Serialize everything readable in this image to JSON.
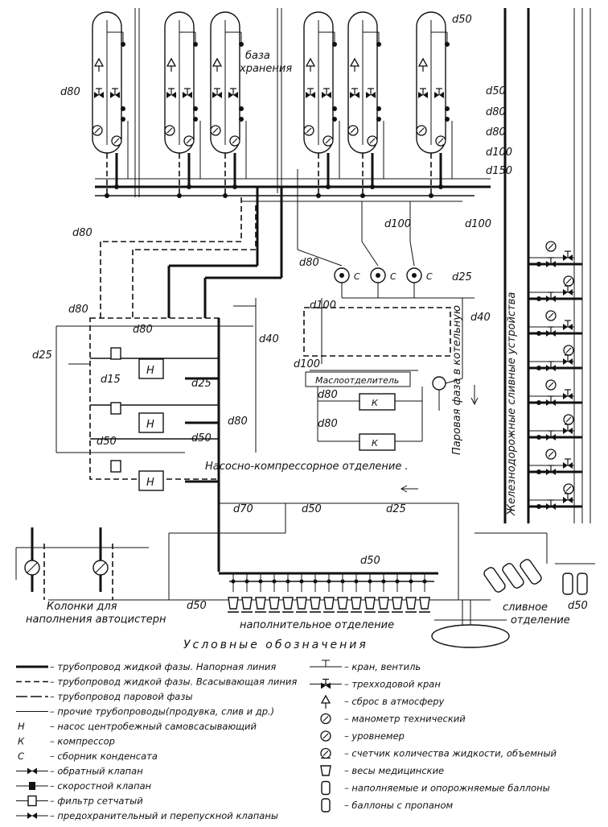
{
  "diameters": {
    "d50": "d50",
    "d80": "d80",
    "d100": "d100",
    "d150": "d150",
    "d25": "d25",
    "d40": "d40",
    "d15": "d15",
    "d70": "d70"
  },
  "zones": {
    "storage": [
      "база",
      "хранения"
    ],
    "pump_compressor": "Насосно-компрессорное отделение .",
    "oil_separator": "Маслоотделитель",
    "vapor_to_boiler": "Паровая фаза в котельную",
    "rail_unloading": "Железнодорожные сливные устройства",
    "truck_columns": [
      "Колонки для",
      "наполнения автоцистерн"
    ],
    "filling_dept": "наполнительное отделение",
    "unloading_dept": [
      "сливное",
      "отделение"
    ]
  },
  "marks": {
    "pump": "Н",
    "compressor": "К",
    "collector": "С"
  },
  "legend_title": "Условные обозначения",
  "legend_left": [
    {
      "sym": "thick",
      "text": "– трубопровод жидкой фазы. Напорная линия"
    },
    {
      "sym": "dash",
      "text": "– трубопровод жидкой фазы. Всасывающая линия"
    },
    {
      "sym": "longdash",
      "text": "– трубопровод паровой фазы"
    },
    {
      "sym": "thin",
      "text": "– прочие трубопроводы(продувка, слив и др.)"
    },
    {
      "sym": "H",
      "text": "– насос центробежный самовсасывающий"
    },
    {
      "sym": "K",
      "text": "– компрессор"
    },
    {
      "sym": "C",
      "text": "– сборник конденсата"
    },
    {
      "sym": "check",
      "text": "– обратный клапан"
    },
    {
      "sym": "velocity",
      "text": "– скоростной клапан"
    },
    {
      "sym": "filter",
      "text": "– фильтр сетчатый"
    },
    {
      "sym": "safety",
      "text": "– предохранительный и перепускной клапаны"
    }
  ],
  "legend_right": [
    {
      "sym": "valve",
      "text": "– кран, вентиль"
    },
    {
      "sym": "threeway",
      "text": "– трехходовой кран"
    },
    {
      "sym": "vent",
      "text": "– сброс в атмосферу"
    },
    {
      "sym": "gauge",
      "text": "– манометр технический"
    },
    {
      "sym": "level",
      "text": "– уровнемер"
    },
    {
      "sym": "meter",
      "text": "– счетчик количества жидкости, объемный"
    },
    {
      "sym": "scales",
      "text": "– весы медицинские"
    },
    {
      "sym": "cyl1",
      "text": "– наполняемые и опорожняемые баллоны"
    },
    {
      "sym": "cyl2",
      "text": "– баллоны с пропаном"
    }
  ]
}
